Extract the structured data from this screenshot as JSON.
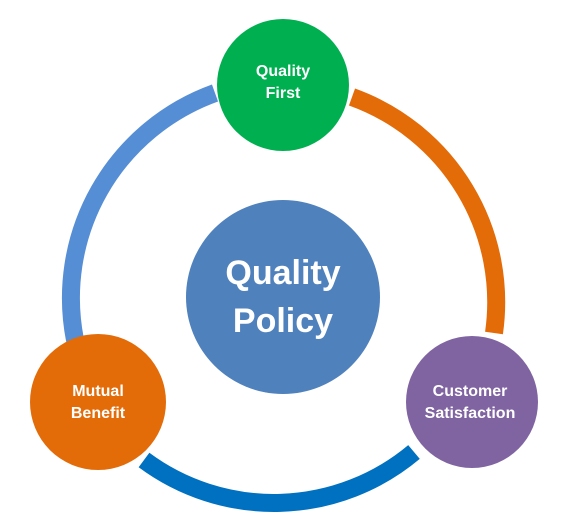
{
  "center": {
    "line1": "Quality",
    "line2": "Policy",
    "color": "#4F81BD"
  },
  "nodes": [
    {
      "id": "quality-first",
      "line1": "Quality",
      "line2": "First",
      "color": "#00B050"
    },
    {
      "id": "customer-satisfaction",
      "line1": "Customer",
      "line2": "Satisfaction",
      "color": "#8064A2"
    },
    {
      "id": "mutual-benefit",
      "line1": "Mutual",
      "line2": "Benefit",
      "color": "#E36C09"
    }
  ],
  "arcs": {
    "top_right": "#E36C09",
    "bottom": "#0070C0",
    "left": "#558ED5"
  }
}
